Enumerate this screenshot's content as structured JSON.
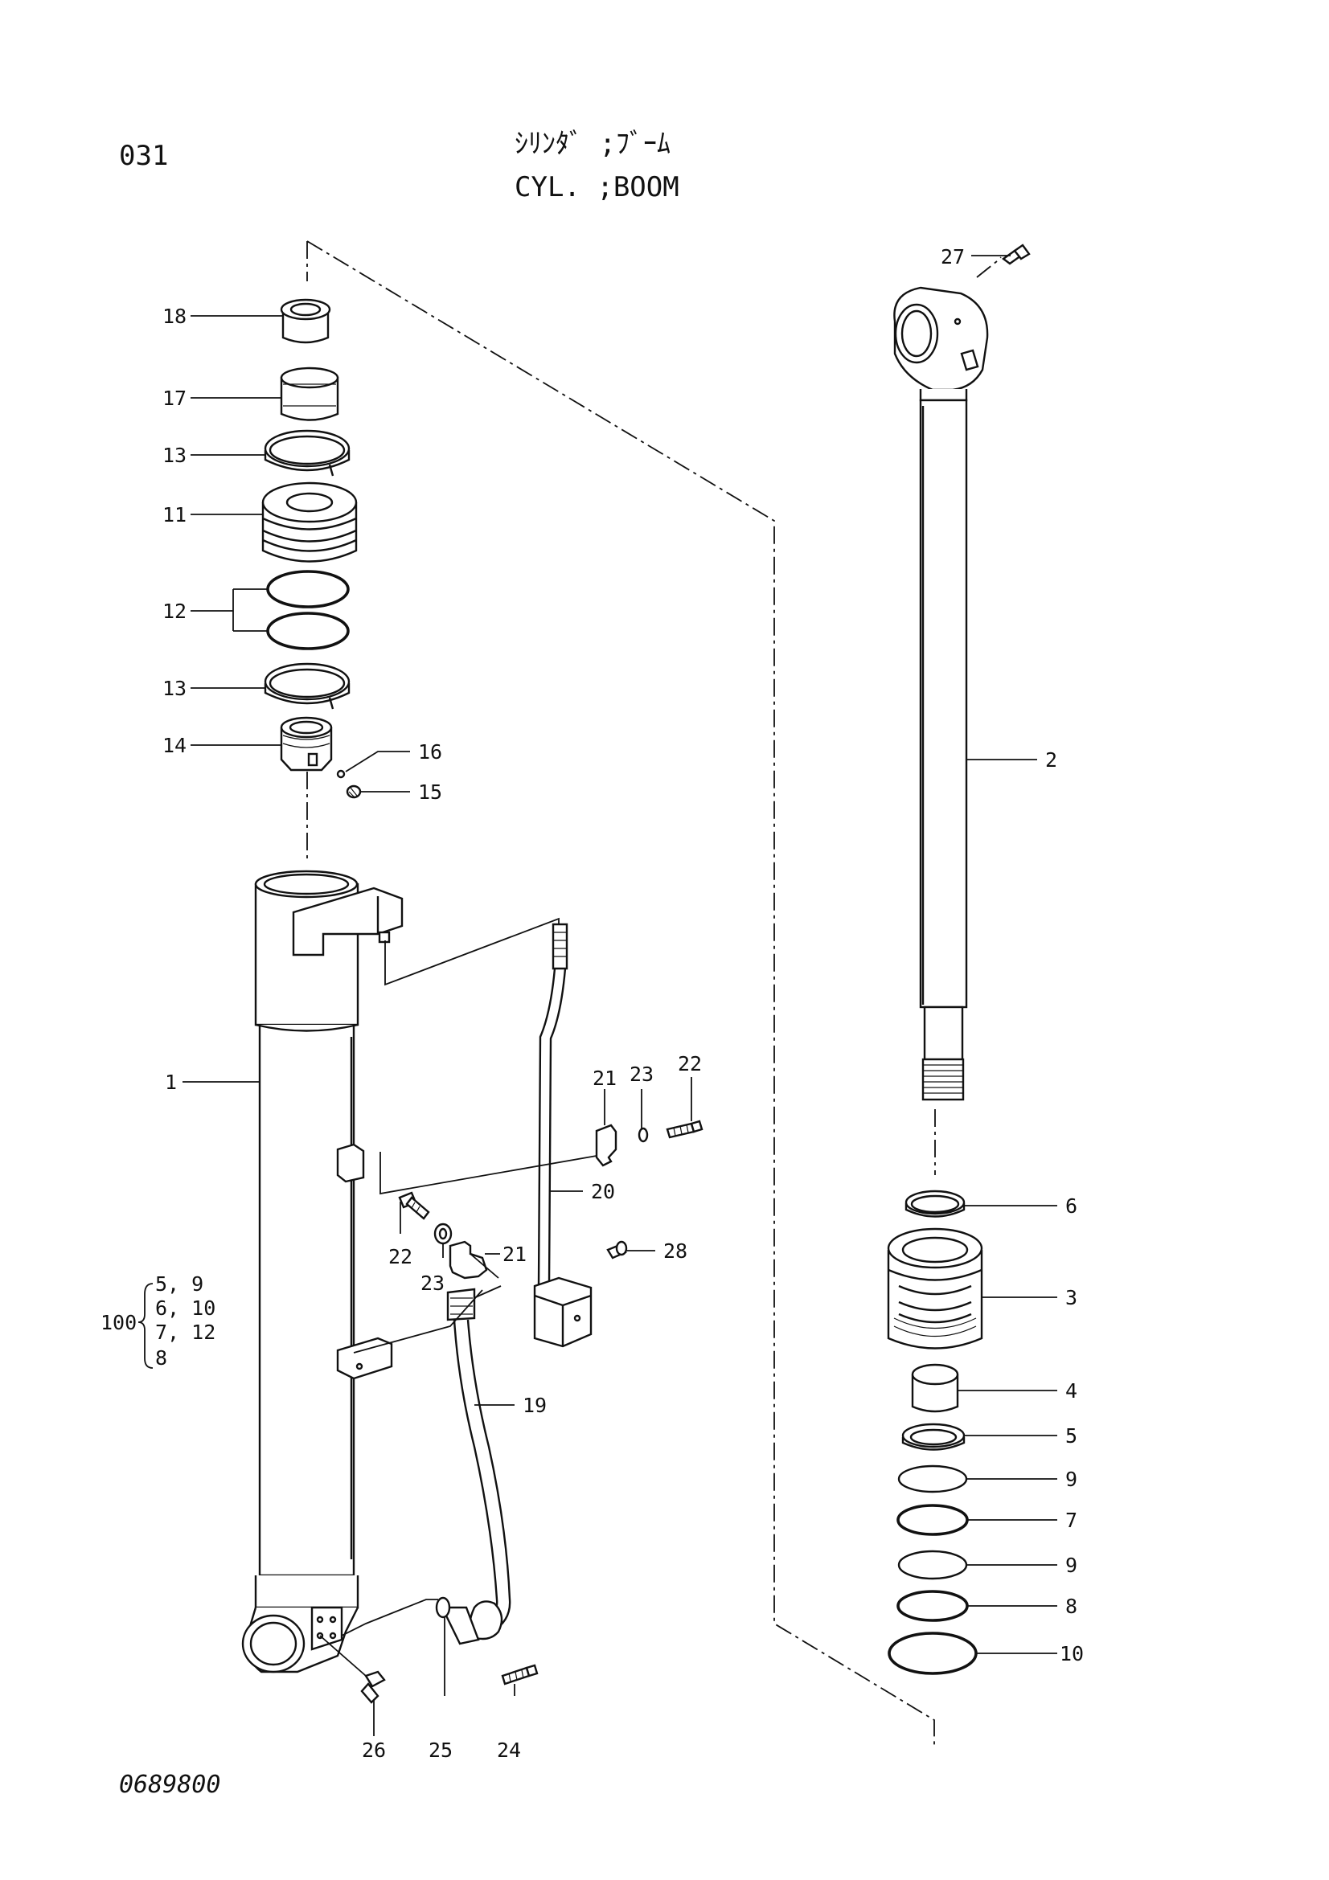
{
  "header": {
    "page_number": "031",
    "title_jp": "ｼﾘﾝﾀﾞ ;ﾌﾞｰﾑ",
    "title_en": "CYL. ;BOOM"
  },
  "footer": {
    "drawing_number": "0689800"
  },
  "callouts": {
    "p1": "1",
    "p2": "2",
    "p3": "3",
    "p4": "4",
    "p5": "5",
    "p6": "6",
    "p7": "7",
    "p8": "8",
    "p9a": "9",
    "p9b": "9",
    "p10": "10",
    "p11": "11",
    "p12": "12",
    "p13a": "13",
    "p13b": "13",
    "p14": "14",
    "p15": "15",
    "p16": "16",
    "p17": "17",
    "p18": "18",
    "p19": "19",
    "p20": "20",
    "p21a": "21",
    "p21b": "21",
    "p22a": "22",
    "p22b": "22",
    "p23a": "23",
    "p23b": "23",
    "p24": "24",
    "p25": "25",
    "p26": "26",
    "p27": "27",
    "p28": "28"
  },
  "kit": {
    "number": "100",
    "line1": "5, 9",
    "line2": "6, 10",
    "line3": "7, 12",
    "line4": "8"
  }
}
